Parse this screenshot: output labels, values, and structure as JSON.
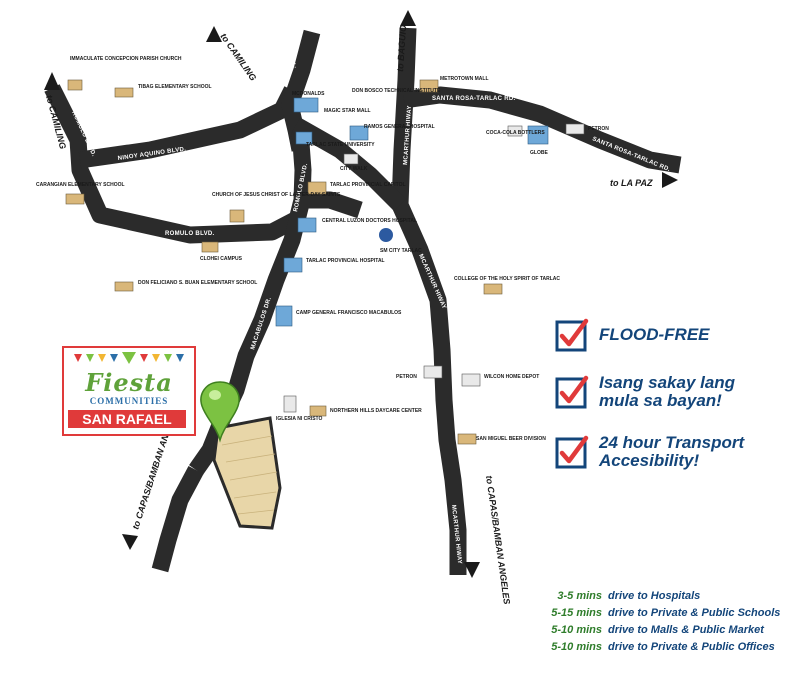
{
  "logo": {
    "name": "Fiesta",
    "sub": "COMMUNITIES",
    "location": "SAN RAFAEL"
  },
  "features": [
    {
      "label": "FLOOD-FREE"
    },
    {
      "label": "Isang sakay lang mula sa bayan!"
    },
    {
      "label": "24 hour Transport Accesibility!"
    }
  ],
  "travel_times": [
    {
      "time": "3-5 mins",
      "desc": "drive to Hospitals"
    },
    {
      "time": "5-15 mins",
      "desc": "drive to Private & Public Schools"
    },
    {
      "time": "5-10 mins",
      "desc": "drive to Malls & Public Market"
    },
    {
      "time": "5-10 mins",
      "desc": "drive to Private & Public Offices"
    }
  ],
  "destinations": {
    "camiling_left": "to CAMILING",
    "camiling_top": "to CAMILING",
    "baguio": "to BAGUIO",
    "la_paz": "to LA PAZ",
    "capas_left": "to CAPAS/BAMBAN ANGELES",
    "capas_right": "to CAPAS/BAMBAN ANGELES"
  },
  "roads": {
    "burgos": "F. BURGOS ST.",
    "romulo_left": "ROMULO BLVD.",
    "ninoy": "NINOY AQUINO BLVD.",
    "romulo_mid": "ROMULO BLVD.",
    "romulo_vert": "ROMULO BLVD.",
    "macabulos": "MACABULOS DR.",
    "mcarthur_top": "MCARTHUR HIWAY",
    "mcarthur_mid": "MCARTHUR HIWAY",
    "mcarthur_bottom": "MCARTHUR HIWAY",
    "santa_rosa_top": "SANTA ROSA-TARLAC RD.",
    "santa_rosa_right": "SANTA ROSA-TARLAC RD."
  },
  "landmarks": {
    "immaculate": "IMMACULATE CONCEPCION PARISH CHURCH",
    "tibag": "TIBAG ELEMENTARY SCHOOL",
    "mcdonalds": "MCDONALDS",
    "don_bosco": "DON BOSCO TECHNICAL INSTITUTE",
    "metrotown": "METROTOWN MALL",
    "magic_star": "MAGIC STAR MALL",
    "ramos": "RAMOS GENERAL HOSPITAL",
    "coca_cola": "COCA-COLA BOTTLERS",
    "globe": "GLOBE",
    "petron_top": "PETRON",
    "tsu": "TARLAC STATE UNIVERSITY",
    "city_walk": "CITY WALK",
    "capitol": "TARLAC PROVINCIAL CAPITOL",
    "carangian": "CARANGIAN ELEMENTARY SCHOOL",
    "church_jesus": "CHURCH OF JESUS CHRIST OF LATTER-DAY SAINTS",
    "clchs": "CENTRAL LUZON DOCTORS HOSPITAL",
    "sm": "SM CITY TARLAC",
    "clohei": "CLOHEI CAMPUS",
    "tph": "TARLAC PROVINCIAL HOSPITAL",
    "don_feliciano": "DON FELICIANO S. BUAN ELEMENTARY SCHOOL",
    "holy_spirit": "COLLEGE OF THE HOLY SPIRIT OF TARLAC",
    "camp": "CAMP GENERAL FRANCISCO MACABULOS",
    "petron_bottom": "PETRON",
    "wilcon": "WILCON HOME DEPOT",
    "iglesia": "IGLESIA NI CRISTO",
    "northern_hills": "NORTHERN HILLS DAYCARE CENTER",
    "sanmig": "SAN MIGUEL BEER DIVISION"
  },
  "colors": {
    "road": "#2b2b2b",
    "text_blue": "#13457a",
    "time_green": "#2f7d2b",
    "check_red": "#e03a3a",
    "pin_green": "#7cc242",
    "lot": "#e8d6a8"
  }
}
